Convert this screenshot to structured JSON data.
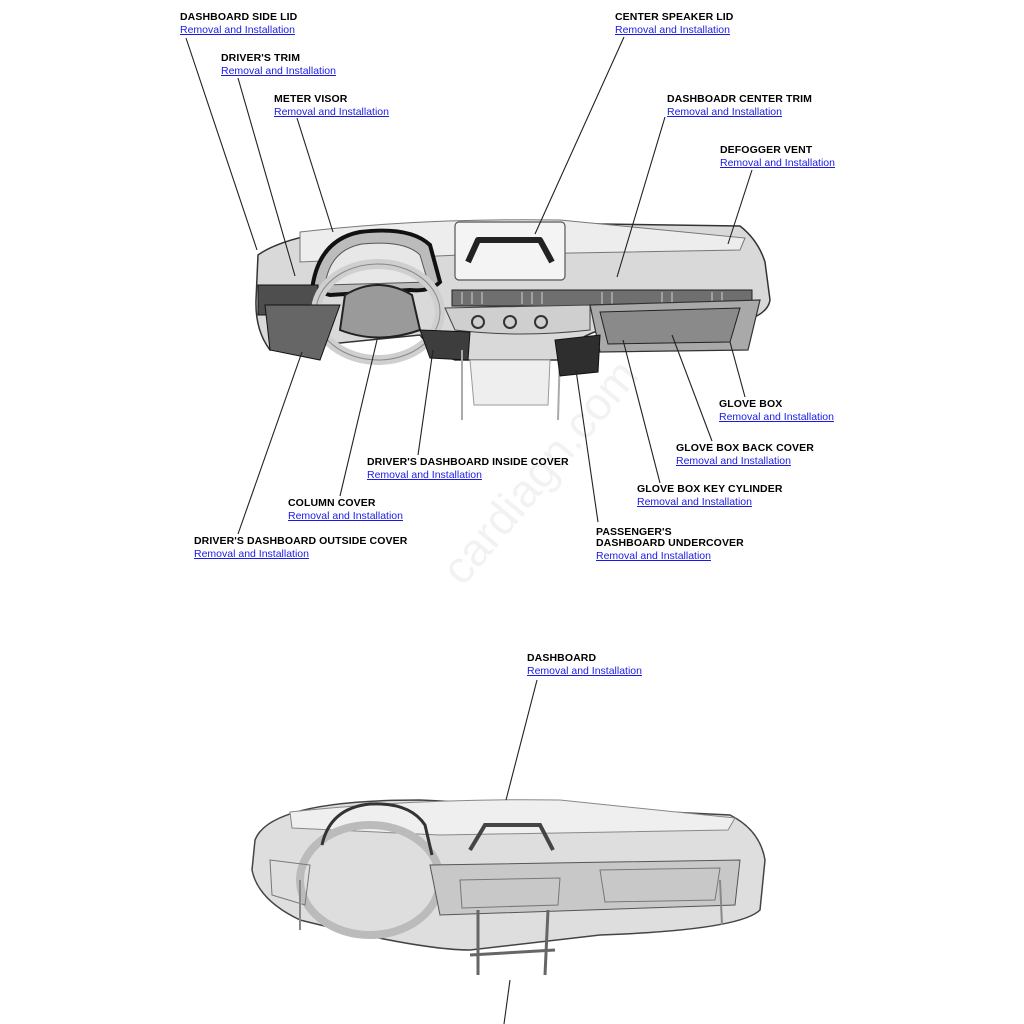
{
  "link_text": "Removal and Installation",
  "callouts": {
    "dashboard_side_lid": "DASHBOARD SIDE LID",
    "drivers_trim": "DRIVER'S TRIM",
    "meter_visor": "METER VISOR",
    "center_speaker_lid": "CENTER SPEAKER LID",
    "dashboard_center_trim": "DASHBOADR CENTER TRIM",
    "defogger_vent": "DEFOGGER VENT",
    "glove_box": "GLOVE BOX",
    "glove_box_back_cover": "GLOVE BOX BACK COVER",
    "glove_box_key_cylinder": "GLOVE BOX KEY CYLINDER",
    "drivers_dashboard_inside_cover": "DRIVER'S DASHBOARD INSIDE COVER",
    "column_cover": "COLUMN COVER",
    "drivers_dashboard_outside_cover": "DRIVER'S DASHBOARD OUTSIDE COVER",
    "passengers_dashboard_undercover_line1": "PASSENGER'S",
    "passengers_dashboard_undercover_line2": "DASHBOARD UNDERCOVER",
    "dashboard": "DASHBOARD"
  },
  "watermark": "cardiagn.com"
}
